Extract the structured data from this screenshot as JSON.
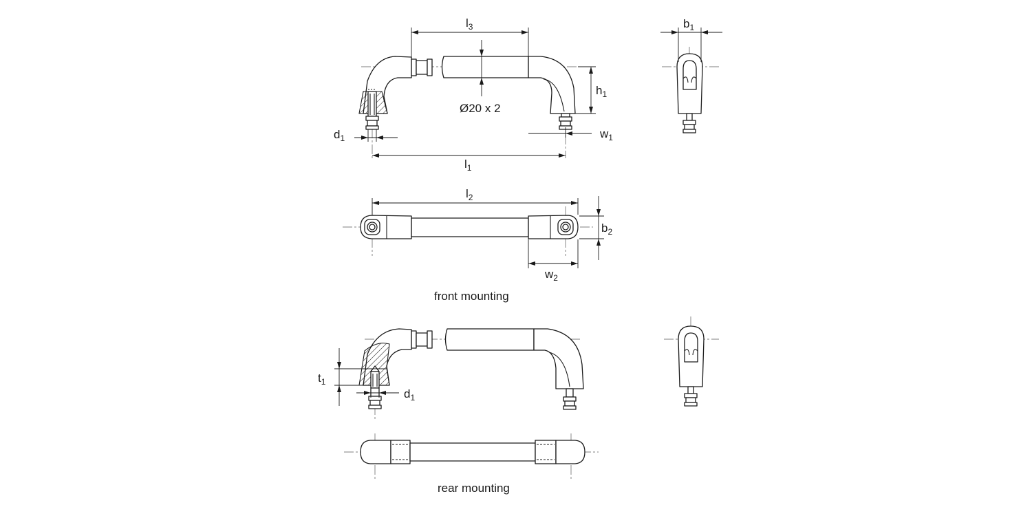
{
  "labels": {
    "l3": {
      "main": "l",
      "sub": "3"
    },
    "l1": {
      "main": "l",
      "sub": "1"
    },
    "l2": {
      "main": "l",
      "sub": "2"
    },
    "h1": {
      "main": "h",
      "sub": "1"
    },
    "w1": {
      "main": "w",
      "sub": "1"
    },
    "w2": {
      "main": "w",
      "sub": "2"
    },
    "b1": {
      "main": "b",
      "sub": "1"
    },
    "b2": {
      "main": "b",
      "sub": "2"
    },
    "d1_front": {
      "main": "d",
      "sub": "1"
    },
    "d1_rear": {
      "main": "d",
      "sub": "1"
    },
    "t1": {
      "main": "t",
      "sub": "1"
    },
    "tube": "Ø20 x 2"
  },
  "captions": {
    "front": "front mounting",
    "rear": "rear mounting"
  },
  "colors": {
    "line": "#1a1a1a",
    "background": "#ffffff"
  }
}
